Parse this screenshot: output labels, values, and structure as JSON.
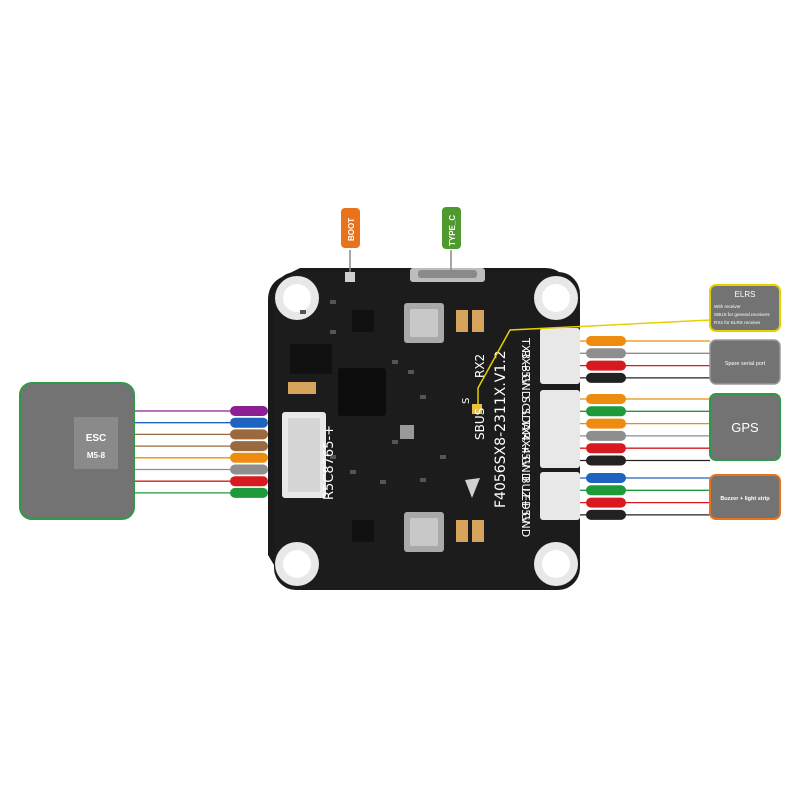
{
  "colors": {
    "boot_tag": "#e8731a",
    "typec_tag": "#4f9a2e",
    "esc_box_border": "#2f9a47",
    "elrs_box_border": "#e5d000",
    "gps_box_border": "#2f9a47",
    "buzzer_box_border": "#e8731a",
    "box_fill": "#737373",
    "board": "#1a1a1a"
  },
  "tags": {
    "boot": "BOOT",
    "type_c": "TYPE_C"
  },
  "esc_box": {
    "title": "ESC",
    "subtitle": "M5-8",
    "wires": [
      "purple",
      "blue",
      "brown",
      "brown",
      "orange",
      "gray",
      "red",
      "green"
    ]
  },
  "elrs_box": {
    "title": "ELRS",
    "lines": [
      "With receiver",
      "SBUS for general receivers",
      "RX2 for ELRS receiver"
    ]
  },
  "spare_box": {
    "label": "Spare serial port",
    "wires": [
      "orange",
      "gray",
      "red",
      "black"
    ]
  },
  "gps_box": {
    "label": "GPS",
    "wires": [
      "orange",
      "green",
      "orange",
      "gray",
      "red",
      "black"
    ]
  },
  "buzzer_box": {
    "label": "Buzzer + light strip",
    "wires": [
      "blue",
      "green",
      "red",
      "black"
    ]
  },
  "wire_colors": {
    "purple": "#8b1f93",
    "blue": "#1f63c0",
    "brown": "#9a6a3e",
    "orange": "#ee8c10",
    "gray": "#8e8e8e",
    "red": "#d61a1f",
    "green": "#1f9a3a",
    "black": "#222222"
  },
  "board": {
    "model": "F4056SX8-2311X.V1.2",
    "esc_pins": "R5C8765-+",
    "port1_pins": [
      "TX3",
      "RX3",
      "+5V",
      "GND"
    ],
    "port2_pins": [
      "SCL",
      "SDA",
      "TX4",
      "RX4",
      "+5V",
      "GND"
    ],
    "port3_pins": [
      "BUZ",
      "LED",
      "+5V",
      "GND"
    ],
    "sbus_label": "SBUS",
    "rx2_label": "RX2",
    "pad_s": "S"
  }
}
